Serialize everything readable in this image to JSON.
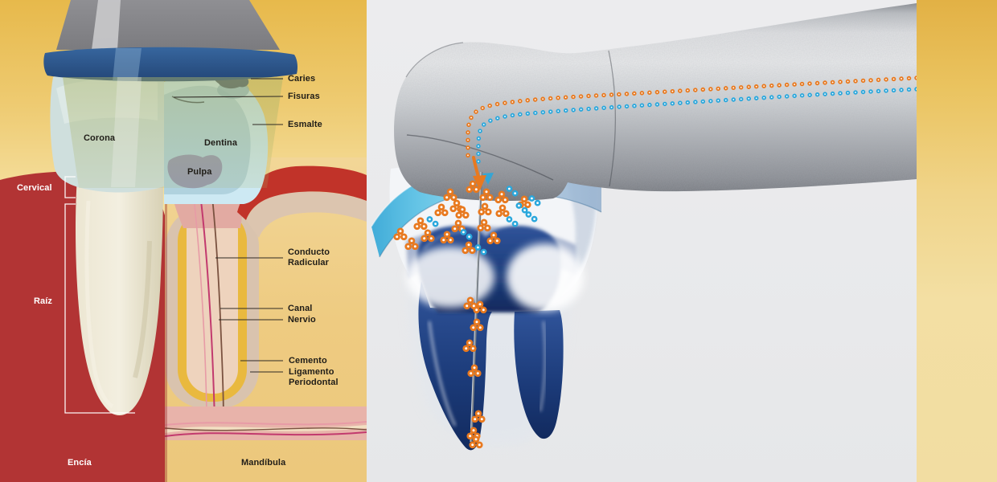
{
  "figure": {
    "type": "dental illustration",
    "language": "es",
    "left_title_hint": "tooth anatomy cross-section",
    "right_title_hint": "dental handpiece spray into tooth"
  },
  "anatomy_panel": {
    "region_labels": {
      "corona": "Corona",
      "cervical": "Cervical",
      "raiz": "Raíz",
      "encia": "Encía",
      "mandibula": "Mandíbula"
    },
    "callout_labels": {
      "caries": "Caries",
      "fisuras": "Fisuras",
      "esmalte": "Esmalte",
      "dentina": "Dentina",
      "pulpa": "Pulpa",
      "conducto_radicular": "Conducto\nRadicular",
      "canal": "Canal",
      "nervio": "Nervio",
      "cemento": "Cemento",
      "ligamento_periodontal": "Ligamento\nPeriodontal"
    },
    "colors": {
      "gum_red": "#b23434",
      "gingiva_arc_red": "#c13329",
      "bone_tan": "#eecb81",
      "enamel_blue": "#cde9f3",
      "dentine_blue": "#b0d2de",
      "pulp_mauve": "#8f8cab",
      "cement_gold": "#e9b93f",
      "ligament_gray": "#d9c3ae",
      "vessel_magenta": "#c23a6e",
      "crown_band_blue": "#2b5386",
      "label_dark": "#201d18",
      "label_light": "#ffffff"
    }
  },
  "handpiece_panel": {
    "colors": {
      "background_gray": "#e9eaec",
      "metal_silver": "#b9bbbf",
      "particle_orange": "#e8791f",
      "particle_cyan": "#2aa7dc",
      "tooth_navy": "#1b3a78",
      "collar_cyan": "#45bce4"
    },
    "icons": {
      "flow_arrow": "down-arrow-icon",
      "orange_stream": "abrasive-particle-dotted-stream",
      "cyan_stream": "spray-particle-dotted-stream"
    }
  },
  "frame": {
    "left_margin_gold": "#e7b94b",
    "right_margin_gold_top": "#e2b145",
    "right_margin_gold_bottom": "#f2dda2"
  }
}
